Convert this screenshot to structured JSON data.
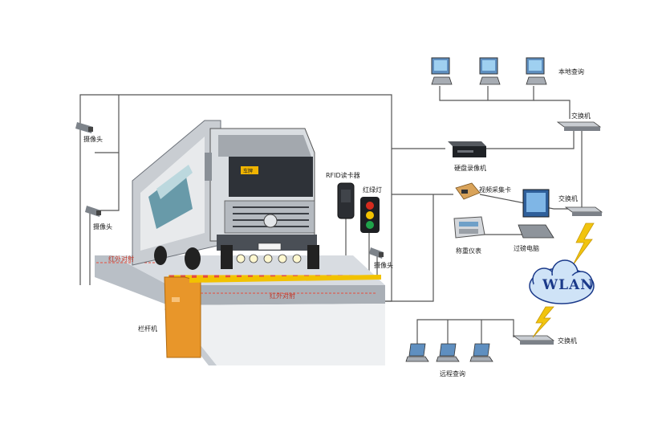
{
  "labels": {
    "camera_1": "摄像头",
    "camera_2": "摄像头",
    "camera_3": "摄像头",
    "rfid_reader": "RFID读卡器",
    "traffic_light": "红绿灯",
    "infrared_left": "红外对射",
    "infrared_front": "红外对射",
    "barrier_gate": "栏杆机",
    "local_query": "本地查询",
    "switch_top": "交换机",
    "dvr": "硬盘录像机",
    "video_capture_card": "视频采集卡",
    "switch_mid": "交换机",
    "weighing_instrument": "称重仪表",
    "weighbridge_pc": "过磅电脑",
    "wlan": "WLAN",
    "switch_bottom": "交换机",
    "remote_query": "远程查询",
    "truck_plate": "车牌"
  },
  "colors": {
    "wire": "#555555",
    "scale_top": "#cfd4da",
    "barrier": "#e8962a",
    "traffic_red": "#d52b1e",
    "traffic_yellow": "#f2c200",
    "traffic_green": "#1fa34a",
    "wlan_cloud": "#cfe3f7",
    "lightning": "#f1c40f",
    "infrared_beam": "#e74c3c"
  },
  "icons": [
    "camera-icon",
    "truck-icon",
    "traffic-light-icon",
    "rfid-reader-icon",
    "barrier-gate-icon",
    "computer-icon",
    "laptop-icon",
    "switch-icon",
    "dvr-icon",
    "capture-card-icon",
    "instrument-icon",
    "cloud-icon",
    "lightning-icon"
  ]
}
